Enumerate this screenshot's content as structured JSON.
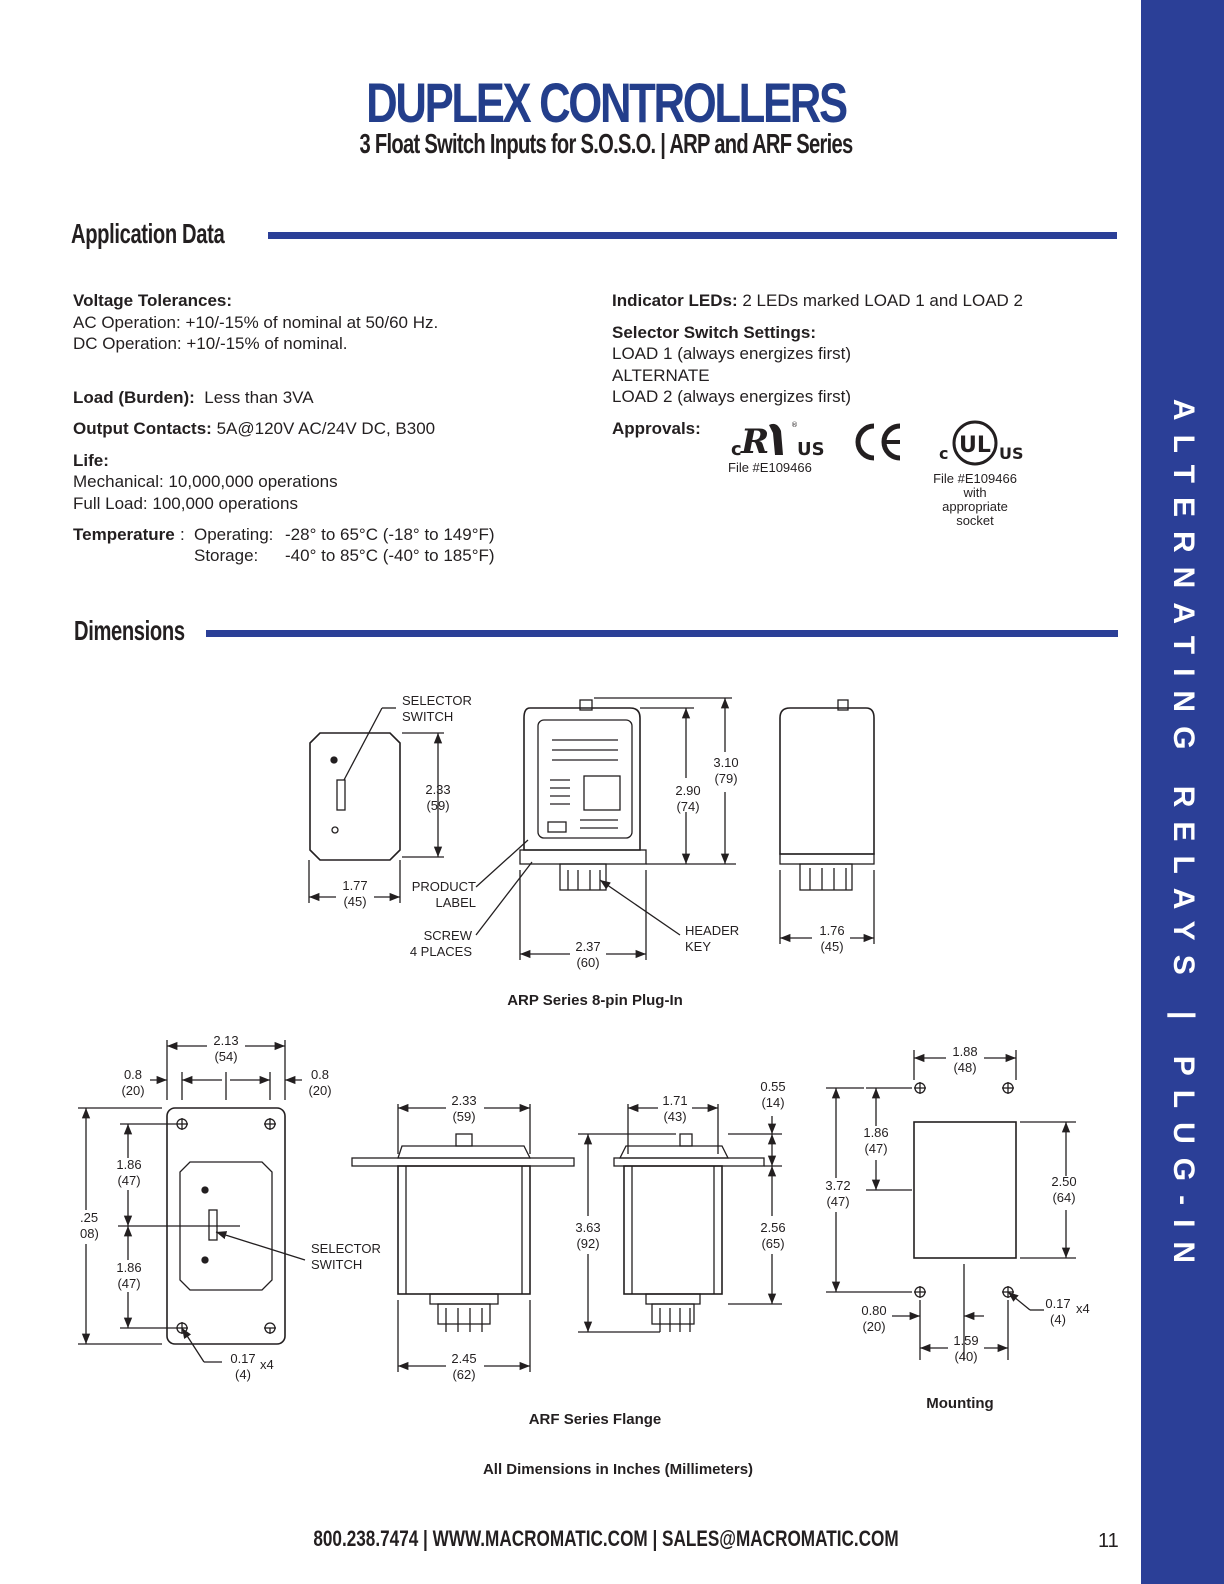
{
  "header": {
    "title": "DUPLEX CONTROLLERS",
    "subtitle": "3 Float Switch Inputs for S.O.S.O. | ARP and ARF Series"
  },
  "sidebar": {
    "text": "ALTERNATING RELAYS | PLUG-IN",
    "color": "#2b3f97"
  },
  "application": {
    "heading": "Application Data",
    "voltage_label": "Voltage Tolerances:",
    "voltage_ac": "AC Operation:  +10/-15% of nominal at 50/60 Hz.",
    "voltage_dc": "DC Operation:  +10/-15% of nominal.",
    "load_label": "Load (Burden):",
    "load_value": "Less than 3VA",
    "output_label": "Output Contacts:",
    "output_value": "5A@120V AC/24V DC, B300",
    "life_label": "Life:",
    "life_mech": "Mechanical:  10,000,000 operations",
    "life_full": "Full Load:  100,000 operations",
    "temp_label": "Temperature",
    "temp_op_label": "Operating:",
    "temp_op_value": "-28° to 65°C (-18° to 149°F)",
    "temp_st_label": "Storage:",
    "temp_st_value": "-40° to 85°C (-40° to 185°F)",
    "led_label": "Indicator LEDs:",
    "led_value": "2 LEDs marked LOAD 1 and LOAD 2",
    "selector_label": "Selector Switch Settings:",
    "selector_1": "LOAD 1 (always energizes first)",
    "selector_2": "ALTERNATE",
    "selector_3": "LOAD 2 (always energizes first)",
    "approvals_label": "Approvals:",
    "ur_file": "File #E109466",
    "ul_file": "File #E109466",
    "ul_note_1": "with",
    "ul_note_2": "appropriate",
    "ul_note_3": "socket"
  },
  "dimensions": {
    "heading": "Dimensions",
    "arp_caption": "ARP Series 8-pin Plug-In",
    "arf_caption": "ARF Series Flange",
    "mounting_caption": "Mounting",
    "note": "All Dimensions in Inches (Millimeters)",
    "labels": {
      "selector_switch_1": "SELECTOR",
      "selector_switch_2": "SWITCH",
      "product_label_1": "PRODUCT",
      "product_label_2": "LABEL",
      "screw_1": "SCREW",
      "screw_2": "4 PLACES",
      "header_key_1": "HEADER",
      "header_key_2": "KEY"
    },
    "values": {
      "d_233": "2.33",
      "d_59": "(59)",
      "d_177": "1.77",
      "d_45": "(45)",
      "d_290": "2.90",
      "d_74": "(74)",
      "d_310": "3.10",
      "d_79": "(79)",
      "d_237": "2.37",
      "d_60": "(60)",
      "d_176": "1.76",
      "d_45b": "(45)",
      "d_213": "2.13",
      "d_54": "(54)",
      "d_08a": "0.8",
      "d_20a": "(20)",
      "d_08b": "0.8",
      "d_20b": "(20)",
      "d_186a": "1.86",
      "d_47a": "(47)",
      "d_186b": "1.86",
      "d_47b": "(47)",
      "d_425": ".25",
      "d_108": "08)",
      "d_017a": "0.17",
      "d_4a": "(4)",
      "x4a": "x4",
      "d_233b": "2.33",
      "d_59b": "(59)",
      "d_245": "2.45",
      "d_62": "(62)",
      "d_171": "1.71",
      "d_43": "(43)",
      "d_055": "0.55",
      "d_14": "(14)",
      "d_363": "3.63",
      "d_92": "(92)",
      "d_256": "2.56",
      "d_65": "(65)",
      "d_188": "1.88",
      "d_48": "(48)",
      "d_186c": "1.86",
      "d_47c": "(47)",
      "d_372": "3.72",
      "d_47d": "(47)",
      "d_250": "2.50",
      "d_64": "(64)",
      "d_080": "0.80",
      "d_20c": "(20)",
      "d_159": "1.59",
      "d_40": "(40)",
      "d_017b": "0.17",
      "d_4b": "(4)",
      "x4b": "x4"
    }
  },
  "footer": {
    "contact": "800.238.7474 | WWW.MACROMATIC.COM | SALES@MACROMATIC.COM",
    "page": "11"
  }
}
